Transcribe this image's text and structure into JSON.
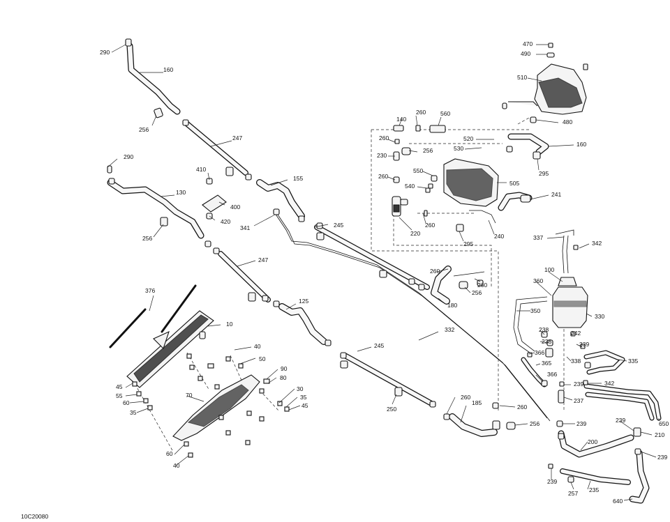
{
  "diagram": {
    "drawing_id": "10C20080",
    "callouts": [
      {
        "label": "290"
      },
      {
        "label": "160"
      },
      {
        "label": "256"
      },
      {
        "label": "247"
      },
      {
        "label": "290"
      },
      {
        "label": "410"
      },
      {
        "label": "130"
      },
      {
        "label": "400"
      },
      {
        "label": "420"
      },
      {
        "label": "155"
      },
      {
        "label": "256"
      },
      {
        "label": "341"
      },
      {
        "label": "245"
      },
      {
        "label": "247"
      },
      {
        "label": "376"
      },
      {
        "label": "125"
      },
      {
        "label": "10"
      },
      {
        "label": "332"
      },
      {
        "label": "40"
      },
      {
        "label": "50"
      },
      {
        "label": "245"
      },
      {
        "label": "90"
      },
      {
        "label": "80"
      },
      {
        "label": "45"
      },
      {
        "label": "55"
      },
      {
        "label": "60"
      },
      {
        "label": "35"
      },
      {
        "label": "70"
      },
      {
        "label": "30"
      },
      {
        "label": "35"
      },
      {
        "label": "45"
      },
      {
        "label": "250"
      },
      {
        "label": "260"
      },
      {
        "label": "185"
      },
      {
        "label": "260"
      },
      {
        "label": "256"
      },
      {
        "label": "60"
      },
      {
        "label": "40"
      },
      {
        "label": "470"
      },
      {
        "label": "490"
      },
      {
        "label": "510"
      },
      {
        "label": "140"
      },
      {
        "label": "260"
      },
      {
        "label": "560"
      },
      {
        "label": "480"
      },
      {
        "label": "260"
      },
      {
        "label": "520"
      },
      {
        "label": "160"
      },
      {
        "label": "230"
      },
      {
        "label": "256"
      },
      {
        "label": "530"
      },
      {
        "label": "295"
      },
      {
        "label": "550"
      },
      {
        "label": "260"
      },
      {
        "label": "540"
      },
      {
        "label": "505"
      },
      {
        "label": "241"
      },
      {
        "label": "220"
      },
      {
        "label": "260"
      },
      {
        "label": "295"
      },
      {
        "label": "240"
      },
      {
        "label": "337"
      },
      {
        "label": "342"
      },
      {
        "label": "260"
      },
      {
        "label": "260"
      },
      {
        "label": "256"
      },
      {
        "label": "180"
      },
      {
        "label": "100"
      },
      {
        "label": "360"
      },
      {
        "label": "350"
      },
      {
        "label": "330"
      },
      {
        "label": "238"
      },
      {
        "label": "342"
      },
      {
        "label": "236"
      },
      {
        "label": "339"
      },
      {
        "label": "366"
      },
      {
        "label": "338"
      },
      {
        "label": "335"
      },
      {
        "label": "365"
      },
      {
        "label": "366"
      },
      {
        "label": "239"
      },
      {
        "label": "342"
      },
      {
        "label": "237"
      },
      {
        "label": "239"
      },
      {
        "label": "239"
      },
      {
        "label": "210"
      },
      {
        "label": "650"
      },
      {
        "label": "200"
      },
      {
        "label": "239"
      },
      {
        "label": "239"
      },
      {
        "label": "257"
      },
      {
        "label": "235"
      },
      {
        "label": "640"
      }
    ]
  }
}
